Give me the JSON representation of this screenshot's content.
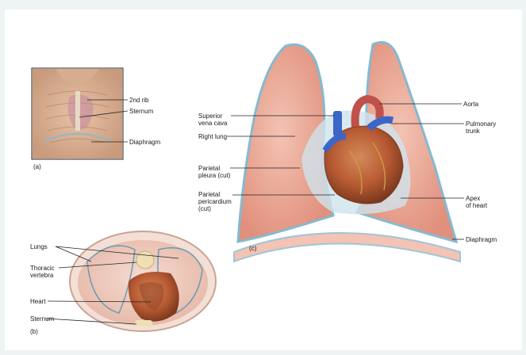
{
  "panel_a": {
    "labels": {
      "rib": "2nd rib",
      "sternum": "Sternum",
      "diaphragm": "Diaphragm"
    },
    "caption": "(a)"
  },
  "panel_b": {
    "labels": {
      "lungs": "Lungs",
      "thoracic_vertebra": "Thoracic\nvertebra",
      "heart": "Heart",
      "sternum": "Sternum"
    },
    "caption": "(b)"
  },
  "panel_c": {
    "labels": {
      "superior_vena_cava": "Superior\nvena cava",
      "right_lung": "Right lung",
      "parietal_pleura": "Parietal\npleura (cut)",
      "parietal_pericardium": "Parietal\npericardium\n(cut)",
      "aorta": "Aorta",
      "pulmonary_trunk": "Pulmonary\ntrunk",
      "apex": "Apex\nof heart",
      "diaphragm": "Diaphragm"
    },
    "caption": "(c)"
  }
}
